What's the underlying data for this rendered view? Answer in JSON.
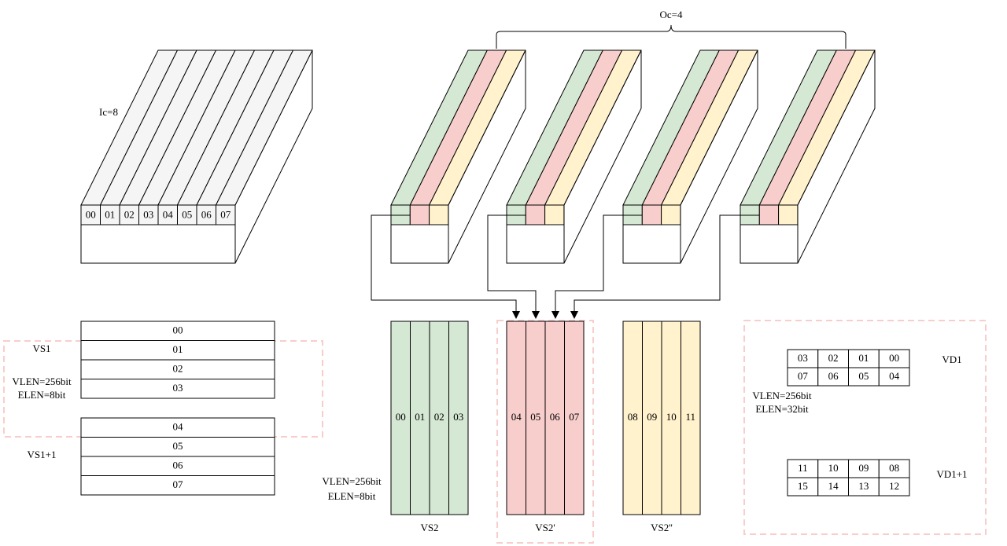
{
  "input_tensor": {
    "ic_label": "Ic=8",
    "channels": [
      "00",
      "01",
      "02",
      "03",
      "04",
      "05",
      "06",
      "07"
    ],
    "fill": "#f5f5f5"
  },
  "weight_tensors": {
    "oc_label": "Oc=4",
    "count": 4,
    "colors": [
      "#d5e8d4",
      "#f8cecc",
      "#fff2cc"
    ]
  },
  "vs1": {
    "rows": [
      "00",
      "01",
      "02",
      "03"
    ],
    "label": "VS1",
    "vlen": "VLEN=256bit",
    "elen": "ELEN=8bit"
  },
  "vs1_next": {
    "rows": [
      "04",
      "05",
      "06",
      "07"
    ],
    "label": "VS1+1"
  },
  "vs2_group": {
    "vlen": "VLEN=256bit",
    "elen": "ELEN=8bit",
    "registers": [
      {
        "label": "VS2",
        "cells": [
          "00",
          "01",
          "02",
          "03"
        ],
        "color": "#d5e8d4"
      },
      {
        "label": "VS2'",
        "cells": [
          "04",
          "05",
          "06",
          "07"
        ],
        "color": "#f8cecc"
      },
      {
        "label": "VS2''",
        "cells": [
          "08",
          "09",
          "10",
          "11"
        ],
        "color": "#fff2cc"
      }
    ]
  },
  "vd": {
    "vlen": "VLEN=256bit",
    "elen": "ELEN=32bit",
    "vd1": {
      "label": "VD1",
      "row1": [
        "03",
        "02",
        "01",
        "00"
      ],
      "row2": [
        "07",
        "06",
        "05",
        "04"
      ]
    },
    "vd1_next": {
      "label": "VD1+1",
      "row1": [
        "11",
        "10",
        "09",
        "08"
      ],
      "row2": [
        "15",
        "14",
        "13",
        "12"
      ]
    }
  },
  "highlight_color": "#f8cecc"
}
